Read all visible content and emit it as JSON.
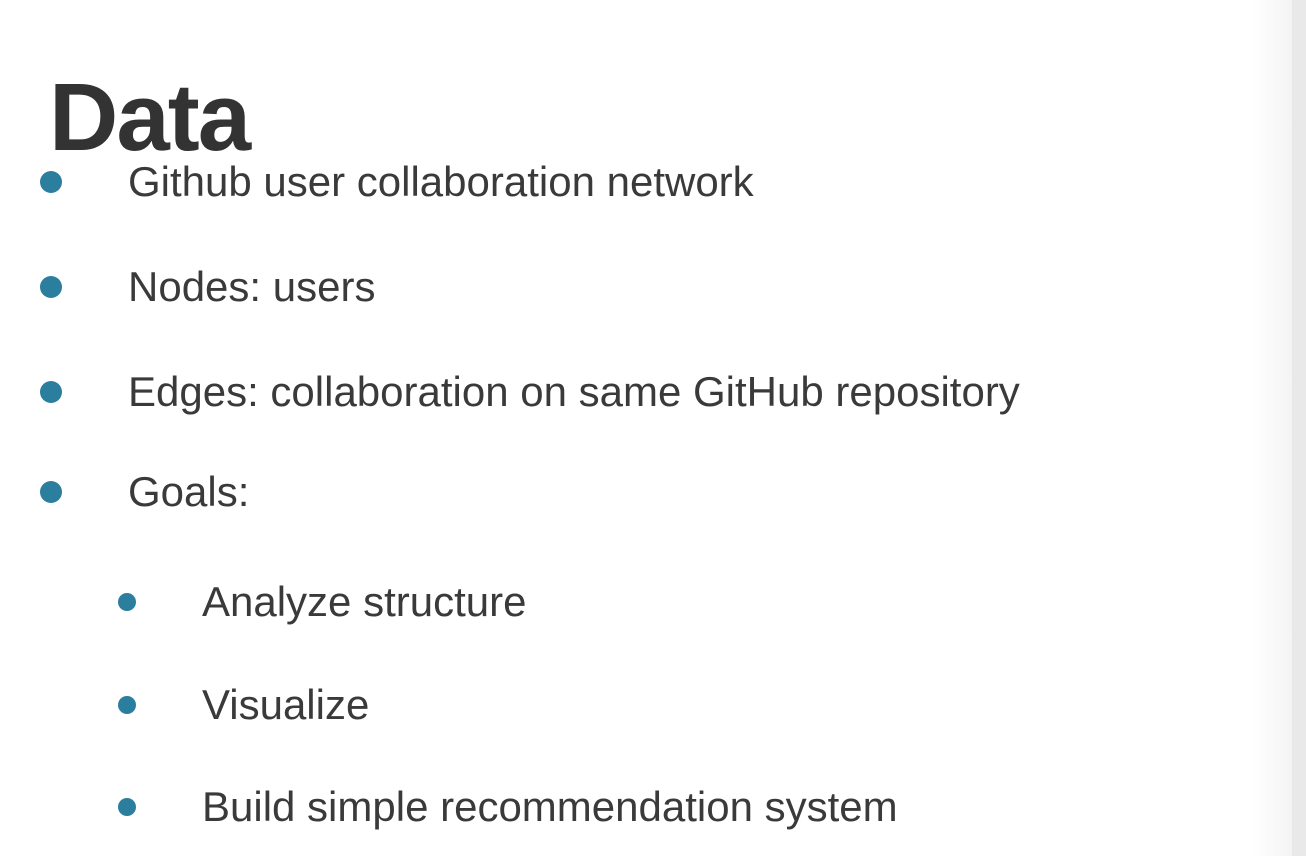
{
  "slide": {
    "title": "Data",
    "bullets": [
      {
        "label": "Github user collaboration network",
        "level": 1
      },
      {
        "label": "Nodes: users",
        "level": 1
      },
      {
        "label": "Edges: collaboration on same GitHub repository",
        "level": 1
      },
      {
        "label": "Goals:",
        "level": 1
      },
      {
        "label": "Analyze structure",
        "level": 2
      },
      {
        "label": "Visualize",
        "level": 2
      },
      {
        "label": "Build simple recommendation system",
        "level": 2
      }
    ],
    "colors": {
      "bullet": "#2b7e9e",
      "title_text": "#333333",
      "body_text": "#3a3a3a",
      "background": "#ffffff",
      "right_edge": "#e9e9e9"
    }
  }
}
